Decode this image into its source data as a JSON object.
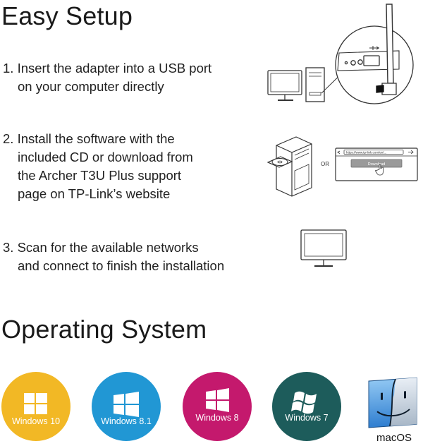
{
  "sections": {
    "setup_title": "Easy Setup",
    "os_title": "Operating System"
  },
  "steps": [
    {
      "num": "1.",
      "lines": [
        "Insert the adapter into a USB port",
        "on your computer directly"
      ]
    },
    {
      "num": "2.",
      "lines": [
        "Install the software with the",
        "included CD or download from",
        "the Archer T3U Plus support",
        "page on TP-Link’s website"
      ]
    },
    {
      "num": "3.",
      "lines": [
        "Scan for the available networks",
        "and connect to finish the installation"
      ]
    }
  ],
  "install_illustration": {
    "or_label": "OR",
    "url_text": "https://www.tp-link.com/en/...",
    "download_label": "Download"
  },
  "os": [
    {
      "label": "Windows 10",
      "color": "#f2b825"
    },
    {
      "label": "Windows 8.1",
      "color": "#2197d4"
    },
    {
      "label": "Windows 8",
      "color": "#c4196d"
    },
    {
      "label": "Windows 7",
      "color": "#1d5c5b"
    },
    {
      "label": "macOS",
      "color": "#5aa3e0"
    }
  ]
}
